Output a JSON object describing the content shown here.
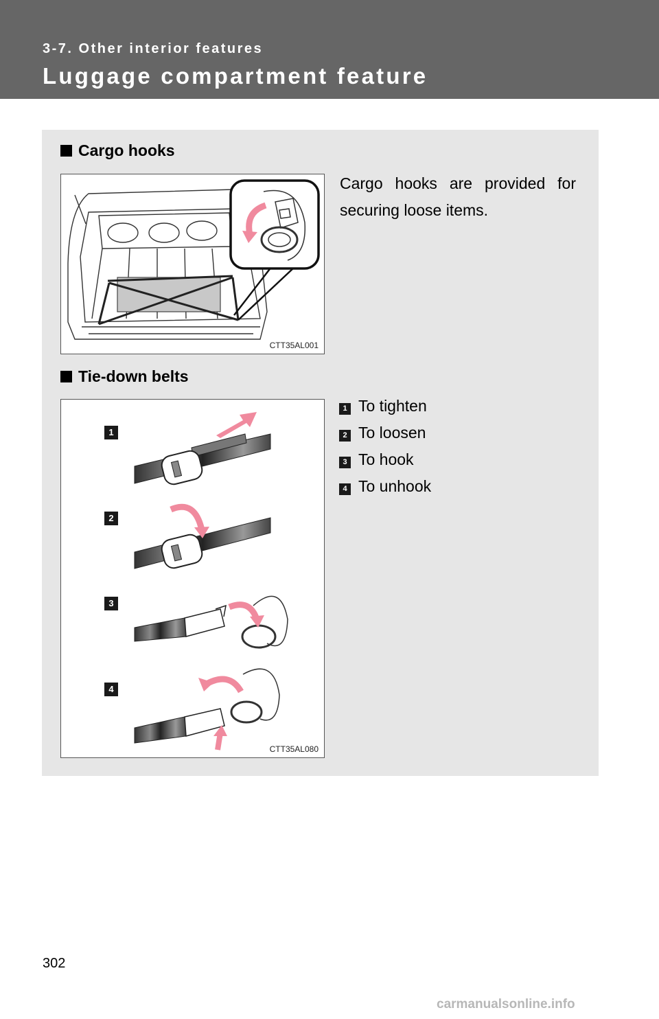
{
  "header": {
    "section": "3-7. Other interior features",
    "title": "Luggage compartment feature"
  },
  "cargo_hooks": {
    "heading": "Cargo hooks",
    "description": "Cargo hooks are provided for securing loose items.",
    "figure_code": "CTT35AL001"
  },
  "tie_down": {
    "heading": "Tie-down belts",
    "figure_code": "CTT35AL080",
    "steps": [
      {
        "num": "1",
        "label": "To tighten"
      },
      {
        "num": "2",
        "label": "To loosen"
      },
      {
        "num": "3",
        "label": "To hook"
      },
      {
        "num": "4",
        "label": "To unhook"
      }
    ]
  },
  "page_number": "302",
  "watermark": "carmanualsonline.info",
  "colors": {
    "header_bg": "#666666",
    "panel_bg": "#e6e6e6",
    "arrow_pink": "#f08a9e"
  }
}
